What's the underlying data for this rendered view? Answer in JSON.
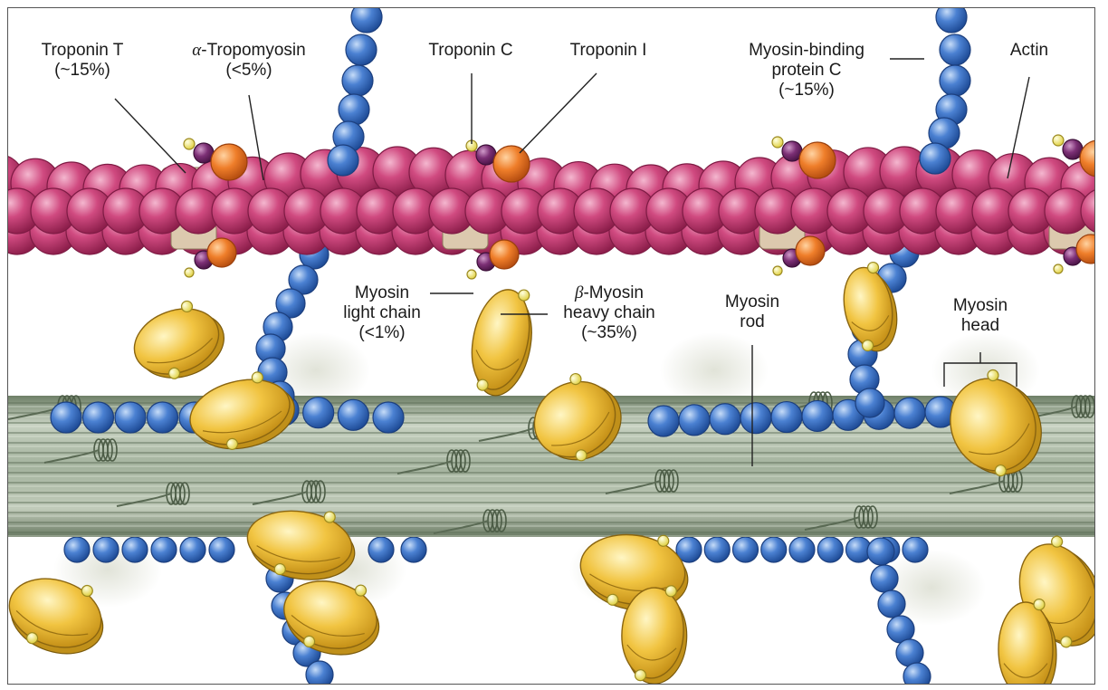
{
  "colors": {
    "actin": "#c4386f",
    "actin_light": "#e995b8",
    "troponin_c": "#7a2e73",
    "troponin_i": "#ec7a25",
    "troponin_t": "#d7c3a6",
    "tropomyosin": "#a47c45",
    "myosin_chain": "#3f74c9",
    "myosin_chain_light": "#9cc1ee",
    "myosin_head": "#e5b52e",
    "myosin_head_light": "#fdf1ad",
    "thick_filament": "#889a84",
    "thick_filament_light": "#cad4c3",
    "tip": "#f2ea6a"
  },
  "labels": {
    "troponin_t": {
      "name": "Troponin T",
      "pct": "(~15%)"
    },
    "tropomyosin": {
      "prefix": "α",
      "name": "-Tropomyosin",
      "pct": "(<5%)"
    },
    "troponin_c": {
      "name": "Troponin C"
    },
    "troponin_i": {
      "name": "Troponin I"
    },
    "mybpc": {
      "line1": "Myosin-binding",
      "line2": "protein C",
      "pct": "(~15%)"
    },
    "actin": {
      "name": "Actin"
    },
    "myosin_light_chain": {
      "line1": "Myosin",
      "line2": "light chain",
      "pct": "(<1%)"
    },
    "myosin_heavy_chain": {
      "prefix": "β",
      "line1": "-Myosin",
      "line2": "heavy chain",
      "pct": "(~35%)"
    },
    "myosin_rod": {
      "line1": "Myosin",
      "line2": "rod"
    },
    "myosin_head": {
      "line1": "Myosin",
      "line2": "head"
    }
  }
}
